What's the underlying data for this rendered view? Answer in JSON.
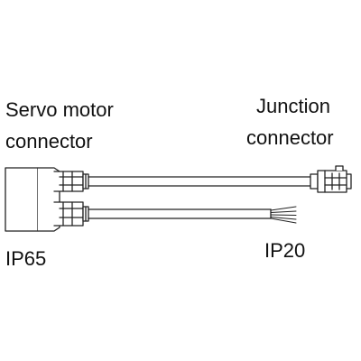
{
  "labels": {
    "servo_line1": "Servo motor",
    "servo_line2": "connector",
    "junction_line1": "Junction",
    "junction_line2": "connector",
    "ip65": "IP65",
    "ip20": "IP20"
  },
  "colors": {
    "line": "#222222",
    "background": "#ffffff"
  }
}
